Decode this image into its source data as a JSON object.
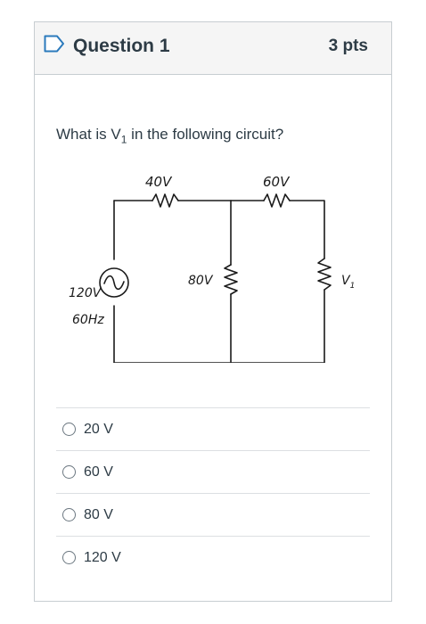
{
  "question": {
    "title": "Question 1",
    "points": "3 pts",
    "text_before": "What is V",
    "text_sub": "1",
    "text_after": " in the following circuit?"
  },
  "circuit": {
    "source_voltage": "120V",
    "source_frequency": "60Hz",
    "resistor_top_left": "40V",
    "resistor_top_right": "60V",
    "resistor_middle": "80V",
    "resistor_right": "V",
    "resistor_right_sub": "1"
  },
  "answers": [
    {
      "label": "20 V"
    },
    {
      "label": "60 V"
    },
    {
      "label": "80 V"
    },
    {
      "label": "120 V"
    }
  ],
  "icons": {
    "flag": "bookmark-flag-icon",
    "radio": "radio-button"
  },
  "colors": {
    "flag": "#2b7abc",
    "text": "#2d3b45",
    "border": "#c7cdd1"
  }
}
